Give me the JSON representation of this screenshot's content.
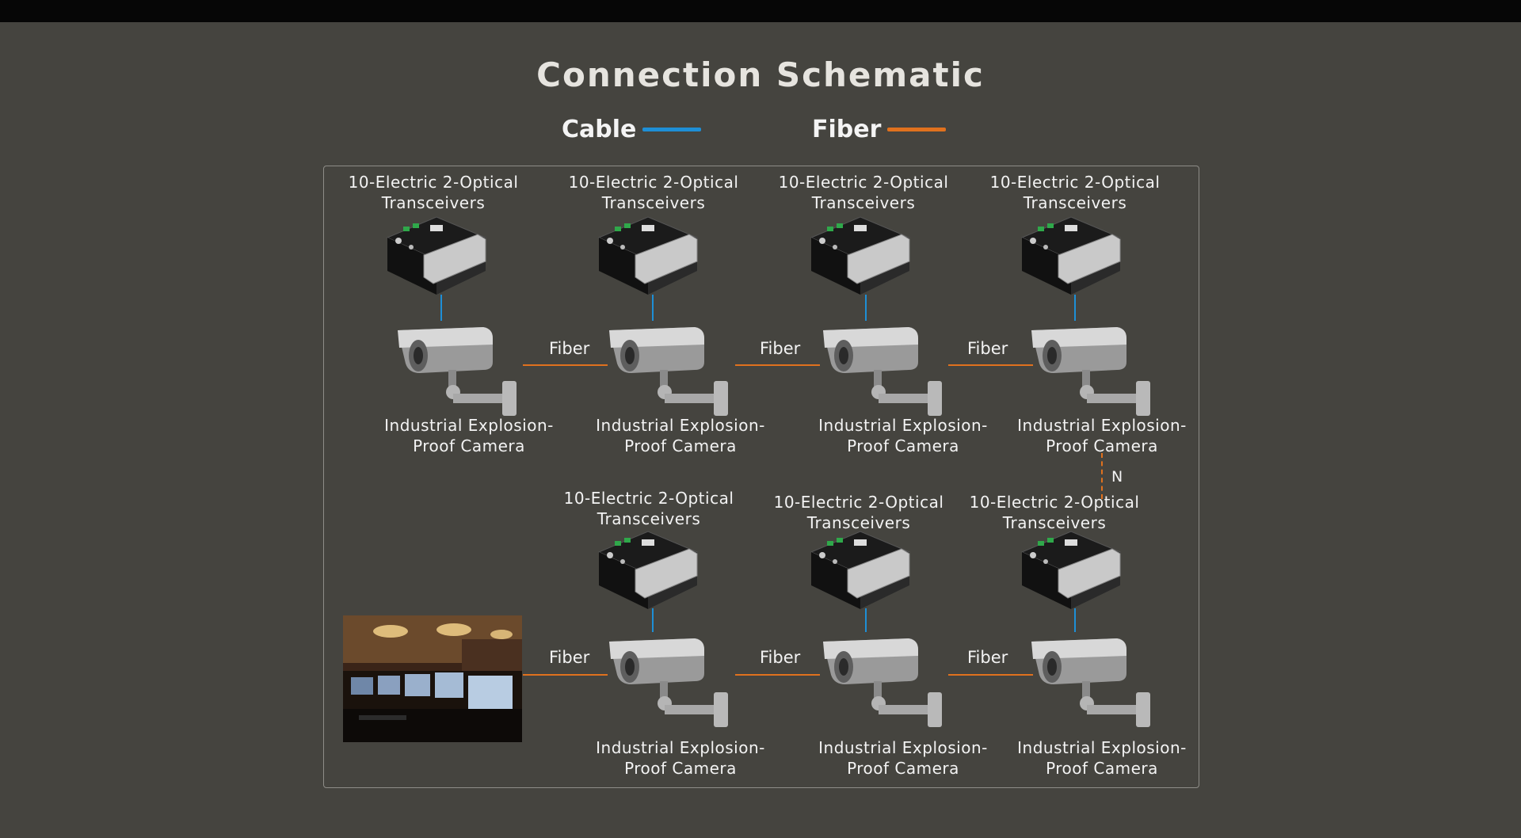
{
  "title": "Connection Schematic",
  "legend": {
    "cable": {
      "label": "Cable",
      "color": "#1e8fd6"
    },
    "fiber": {
      "label": "Fiber",
      "color": "#e0711e"
    }
  },
  "transceiver_label": "10-Electric 2-Optical\nTransceivers",
  "camera_label": "Industrial Explosion-\nProof Camera",
  "fiber_link_label": "Fiber",
  "continuation_label": "N",
  "icons": {
    "transceiver": "transceiver-board-icon",
    "camera": "explosion-proof-camera-icon",
    "monitor": "monitoring-room-image"
  },
  "row1": {
    "transceivers": [
      "10-Electric 2-Optical\nTransceivers",
      "10-Electric 2-Optical\nTransceivers",
      "10-Electric 2-Optical\nTransceivers",
      "10-Electric 2-Optical\nTransceivers"
    ],
    "cameras": [
      "Industrial Explosion-\nProof Camera",
      "Industrial Explosion-\nProof Camera",
      "Industrial Explosion-\nProof Camera",
      "Industrial Explosion-\nProof Camera"
    ],
    "fiber_links": [
      "Fiber",
      "Fiber",
      "Fiber"
    ]
  },
  "row2": {
    "transceivers": [
      "10-Electric 2-Optical\nTransceivers",
      "10-Electric 2-Optical\nTransceivers",
      "10-Electric 2-Optical\nTransceivers"
    ],
    "cameras": [
      "Industrial Explosion-\nProof Camera",
      "Industrial Explosion-\nProof Camera",
      "Industrial Explosion-\nProof Camera"
    ],
    "fiber_links": [
      "Fiber",
      "Fiber",
      "Fiber"
    ]
  }
}
